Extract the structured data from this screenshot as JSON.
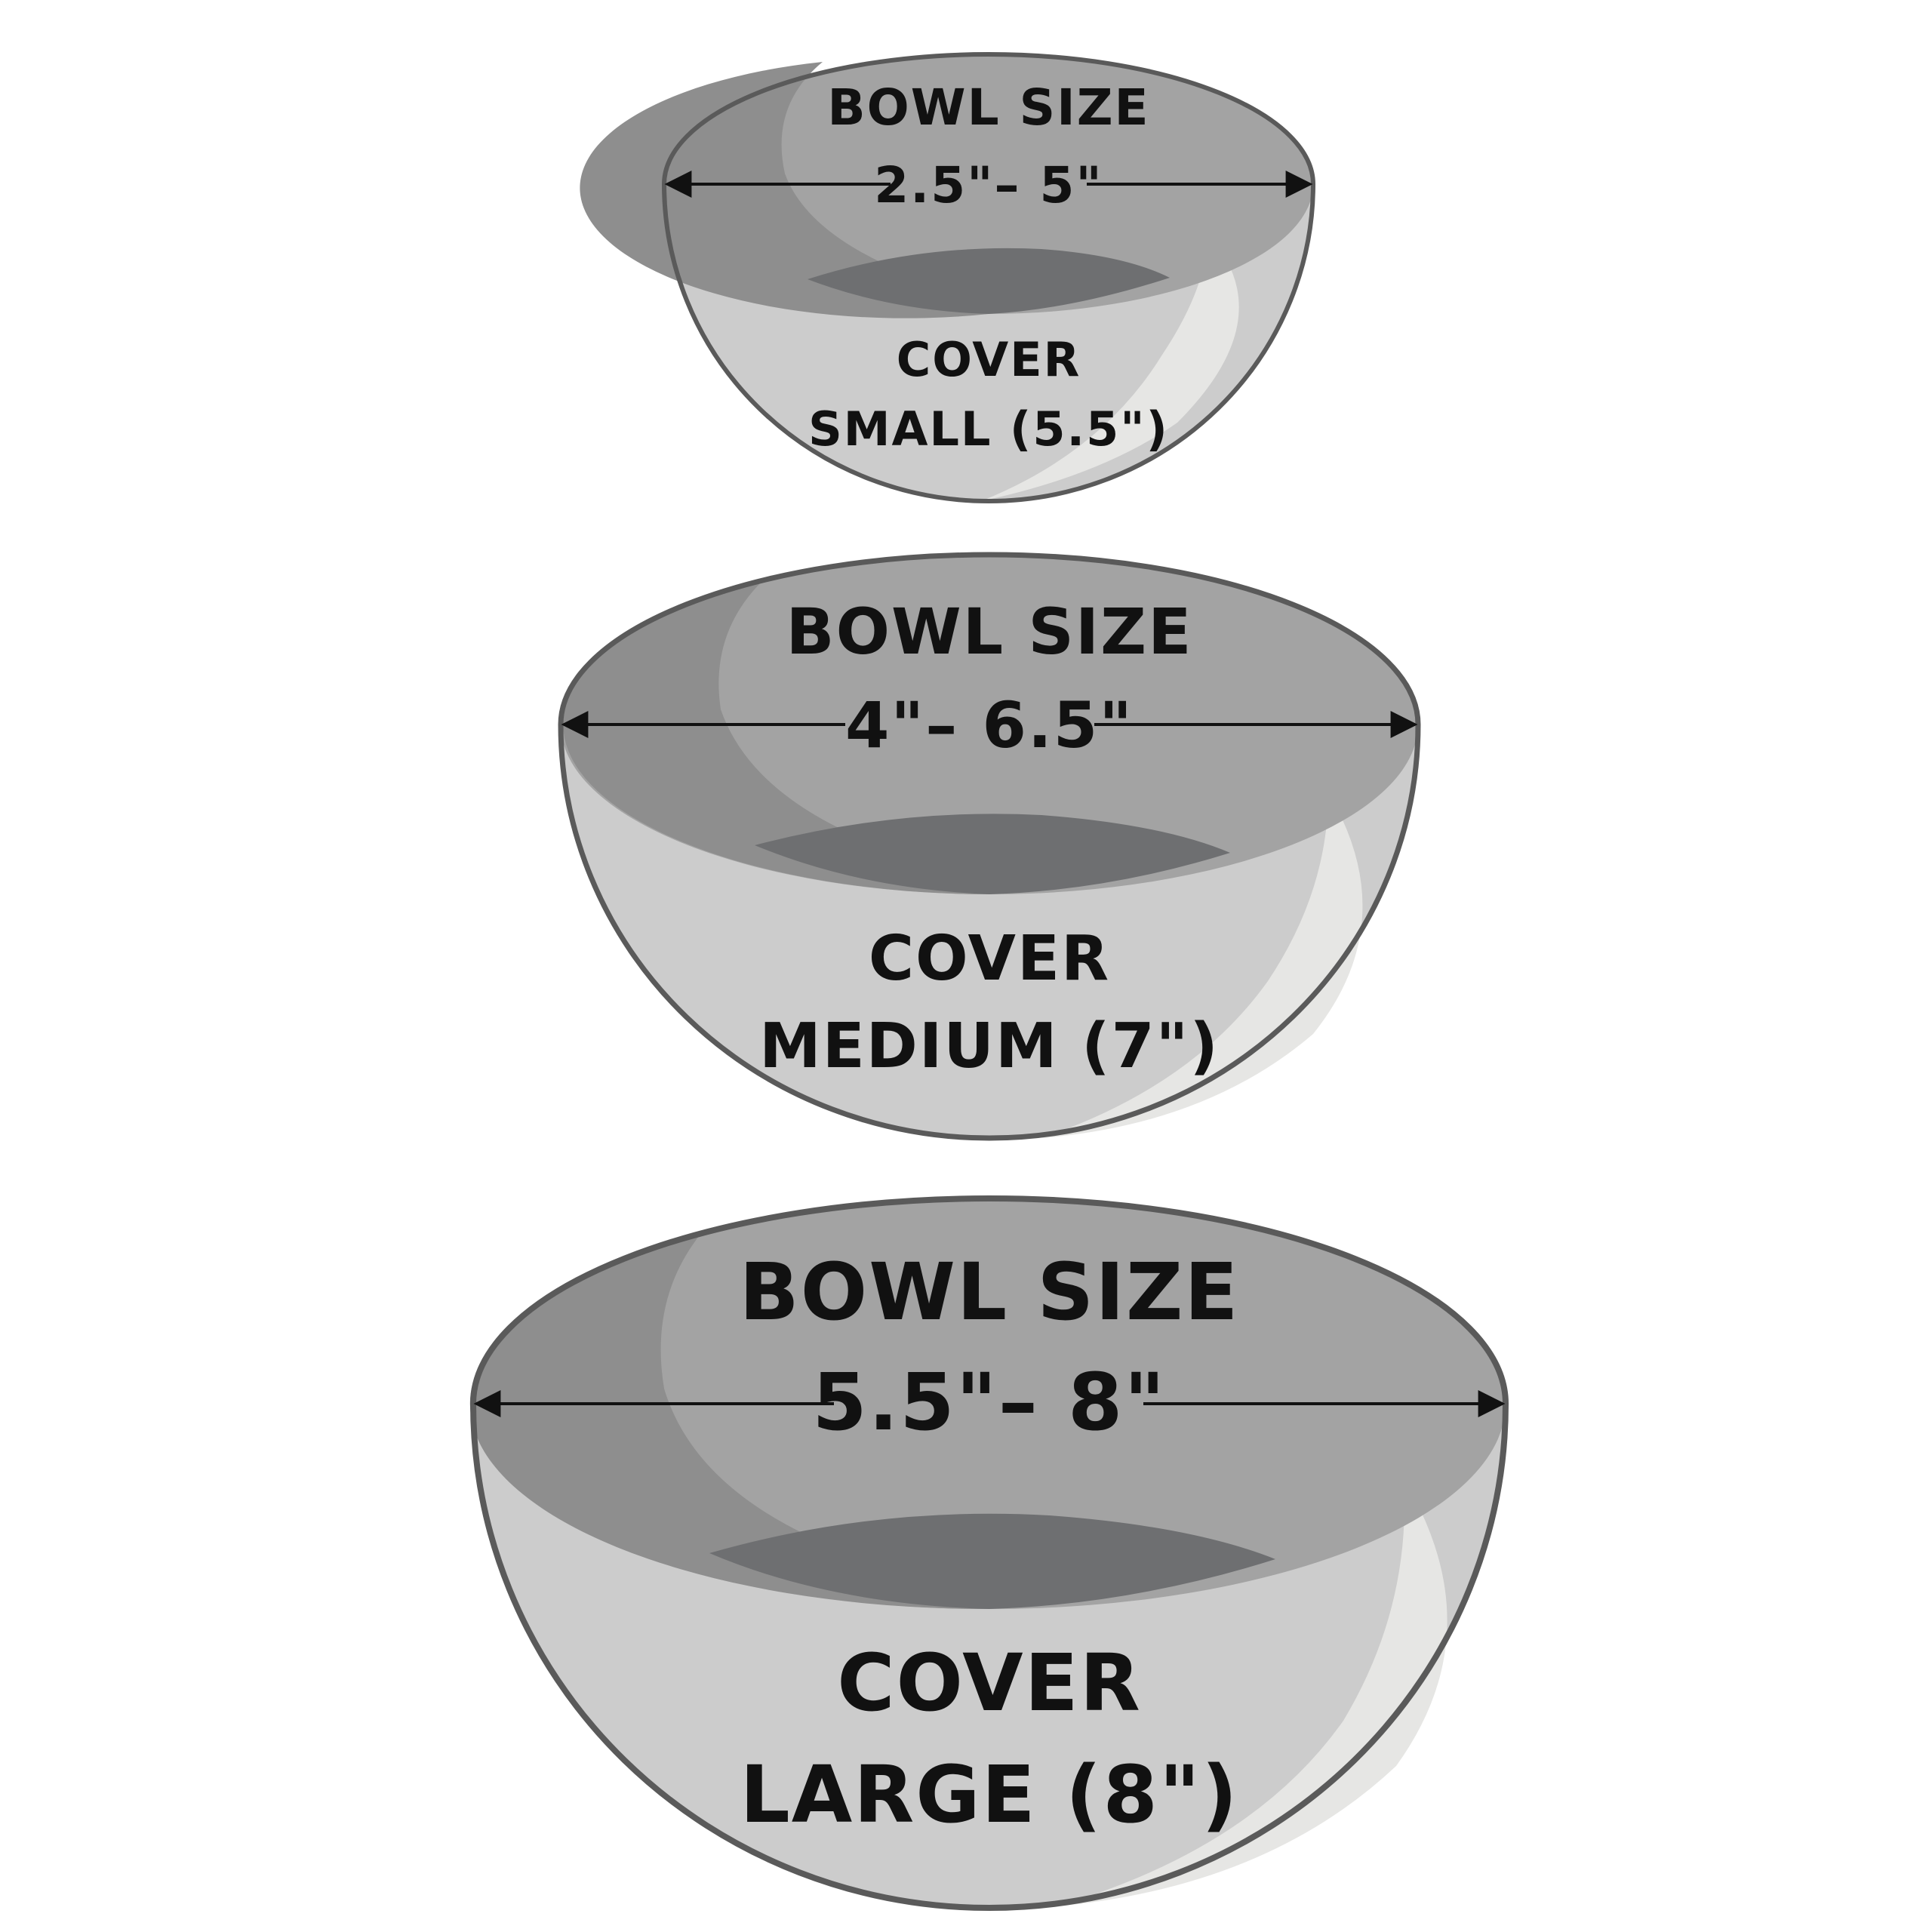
{
  "colors": {
    "rim_outline": "#5a5a5a",
    "interior_back": "#a3a3a3",
    "interior_shadow": "#8e8e8e",
    "inner_bottom": "#6e6f71",
    "outer_shell": "#cccccc",
    "outer_highlight": "#e6e6e4",
    "text": "#111111",
    "arrow": "#111111"
  },
  "bowls": [
    {
      "id": "small",
      "size_heading": "BOWL SIZE",
      "size_range": "2.5\"– 5\"",
      "cover_heading": "COVER",
      "cover_size": "SMALL (5.5\")"
    },
    {
      "id": "medium",
      "size_heading": "BOWL SIZE",
      "size_range": "4\"– 6.5\"",
      "cover_heading": "COVER",
      "cover_size": "MEDIUM (7\")"
    },
    {
      "id": "large",
      "size_heading": "BOWL SIZE",
      "size_range": "5.5\"– 8\"",
      "cover_heading": "COVER",
      "cover_size": "LARGE (8\")"
    }
  ]
}
